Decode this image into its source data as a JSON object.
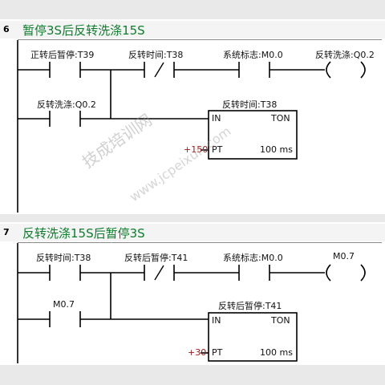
{
  "networks": [
    {
      "number": "6",
      "title": "暂停3S后反转洗涤15S",
      "rung1": {
        "contact1_label": "正转后暂停:T39",
        "contact2_label": "反转时间:T38",
        "contact3_label": "系统标志:M0.0",
        "coil_label": "反转洗涤:Q0.2",
        "contact2_symbol": "/"
      },
      "rung2": {
        "contact_label": "反转洗涤:Q0.2",
        "timer_label": "反转时间:T38",
        "timer_in": "IN",
        "timer_type": "TON",
        "timer_pt_value": "+150",
        "timer_pt": "PT",
        "timer_base": "100 ms"
      }
    },
    {
      "number": "7",
      "title": "反转洗涤15S后暂停3S",
      "rung1": {
        "contact1_label": "反转时间:T38",
        "contact2_label": "反转后暂停:T41",
        "contact3_label": "系统标志:M0.0",
        "coil_label": "M0.7",
        "contact2_symbol": "/"
      },
      "rung2": {
        "contact_label": "M0.7",
        "timer_label": "反转后暂停:T41",
        "timer_in": "IN",
        "timer_type": "TON",
        "timer_pt_value": "+30",
        "timer_pt": "PT",
        "timer_base": "100 ms"
      }
    }
  ],
  "watermark": {
    "line1": "技成培训网",
    "line2": "www.jcpeixun.com"
  }
}
